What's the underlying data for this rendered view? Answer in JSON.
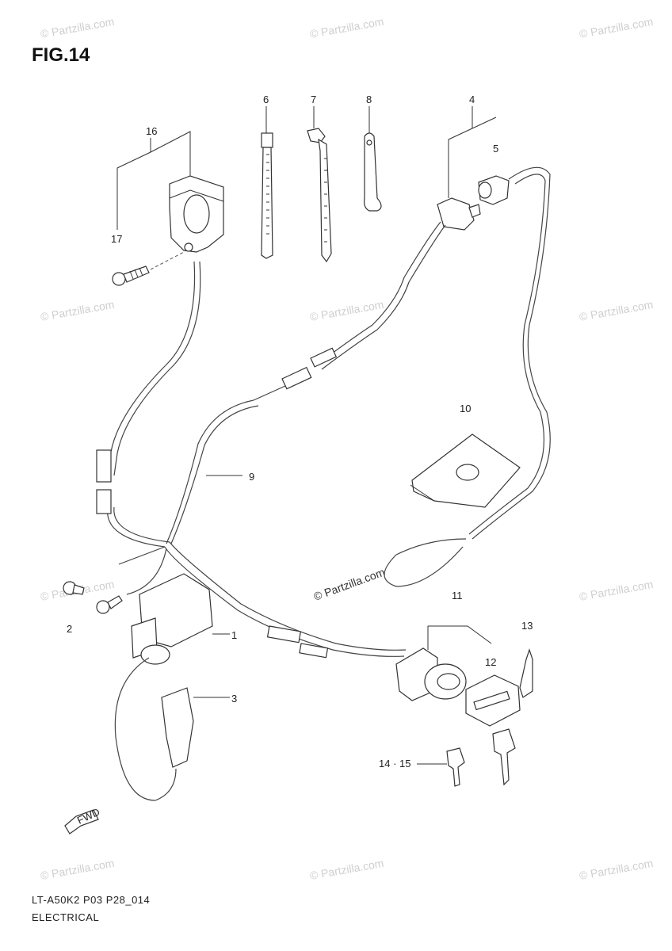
{
  "figure_title": "FIG.14",
  "footer": {
    "model": "LT-A50K2 P03 P28_014",
    "section": "ELECTRICAL"
  },
  "watermark": "© Partzilla.com",
  "center_watermark": "© Partzilla.com",
  "fwd_label": "FWD",
  "callouts": {
    "c1": "1",
    "c2": "2",
    "c3": "3",
    "c4": "4",
    "c5": "5",
    "c6": "6",
    "c7": "7",
    "c8": "8",
    "c9": "9",
    "c10": "10",
    "c11": "11",
    "c12": "12",
    "c13": "13",
    "c14_15": "14 · 15",
    "c16": "16",
    "c17": "17"
  }
}
